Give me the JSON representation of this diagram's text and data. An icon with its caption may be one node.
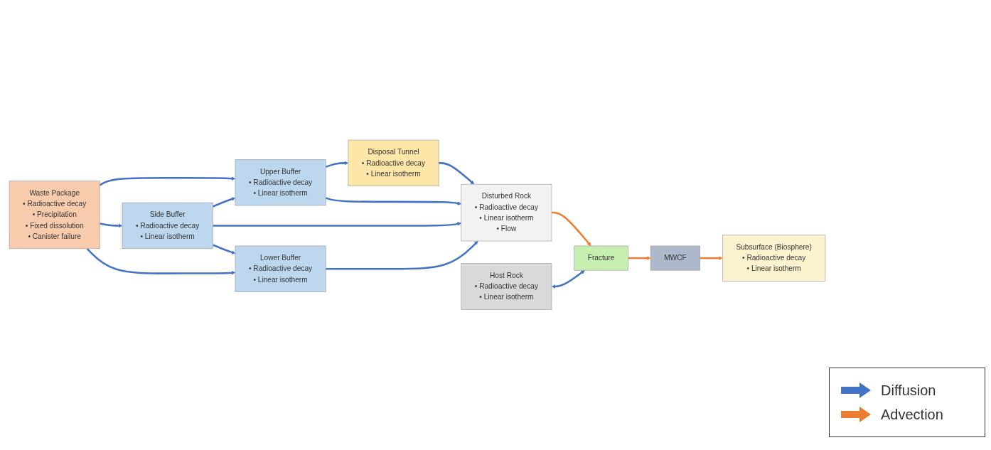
{
  "diagram": {
    "nodes": [
      {
        "text": [
          "Subsurface (Biosphere)",
          "• Radioactive decay",
          "• Linear isotherm"
        ]
      },
      {
        "text": [
          "Disposal Tunnel",
          "• Radioactive decay",
          "• Linear isotherm"
        ]
      },
      {
        "text": [
          "Upper Buffer",
          "• Radioactive decay",
          "• Linear isotherm"
        ]
      },
      {
        "text": [
          "Waste Package",
          "• Radioactive decay",
          "• Precipitation",
          "• Fixed dissolution",
          "• Canister failure"
        ]
      },
      {
        "text": [
          "Side Buffer",
          "• Radioactive decay",
          "• Linear isotherm"
        ]
      },
      {
        "text": [
          "Lower Buffer",
          "• Radioactive decay",
          "• Linear isotherm"
        ]
      },
      {
        "text": [
          "Disturbed Rock",
          "• Radioactive decay",
          "• Linear isotherm",
          "• Flow"
        ]
      },
      {
        "text": [
          "Host Rock",
          "• Radioactive decay",
          "• Linear isotherm"
        ]
      },
      {
        "text": [
          "Fracture"
        ]
      },
      {
        "text": [
          "MWCF"
        ]
      }
    ],
    "edges": [
      {
        "from": 1,
        "to": 6,
        "arrow": "to"
      },
      {
        "from": 2,
        "to": 1,
        "arrow": "to"
      },
      {
        "from": 2,
        "to": 6,
        "arrow": "to"
      },
      {
        "from": 3,
        "to": 2,
        "arrow": "to"
      },
      {
        "from": 4,
        "to": 2,
        "arrow": "to"
      },
      {
        "from": 3,
        "to": 4,
        "arrow": "to"
      },
      {
        "from": 4,
        "to": 6,
        "arrow": "to"
      },
      {
        "from": 3,
        "to": 5,
        "arrow": "to"
      },
      {
        "from": 4,
        "to": 5,
        "arrow": "to"
      },
      {
        "from": 5,
        "to": 6,
        "arrow": "to"
      },
      {
        "from": 6,
        "to": 8,
        "arrow": "to",
        "color": "#ed7d31"
      },
      {
        "from": 7,
        "to": 8,
        "arrow": "both"
      },
      {
        "from": 8,
        "to": 9,
        "arrow": "to",
        "color": "#ed7d31"
      },
      {
        "from": 9,
        "to": 0,
        "arrow": "to",
        "color": "#ed7d31"
      }
    ],
    "legend": [
      {
        "text": "Diffusion"
      },
      {
        "text": "Advection"
      }
    ]
  }
}
